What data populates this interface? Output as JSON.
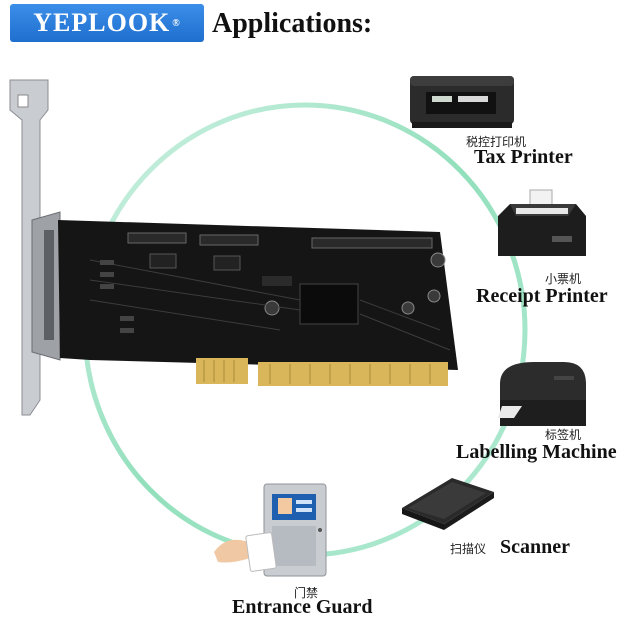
{
  "brand": {
    "name": "YEPLOOK",
    "mark": "®"
  },
  "headline": "Applications:",
  "accent_colors": {
    "ring": "#7fdab0",
    "badge": "#2a7fe0"
  },
  "applications": [
    {
      "cn": "税控打印机",
      "en": "Tax Printer",
      "icon": "tax-printer-icon"
    },
    {
      "cn": "小票机",
      "en": "Receipt Printer",
      "icon": "receipt-printer-icon"
    },
    {
      "cn": "标签机",
      "en": "Labelling Machine",
      "icon": "label-printer-icon"
    },
    {
      "cn": "扫描仪",
      "en": "Scanner",
      "icon": "scanner-icon"
    },
    {
      "cn": "门禁",
      "en": "Entrance Guard",
      "icon": "access-control-icon"
    }
  ],
  "product": {
    "icon": "pci-parallel-port-card-icon"
  }
}
